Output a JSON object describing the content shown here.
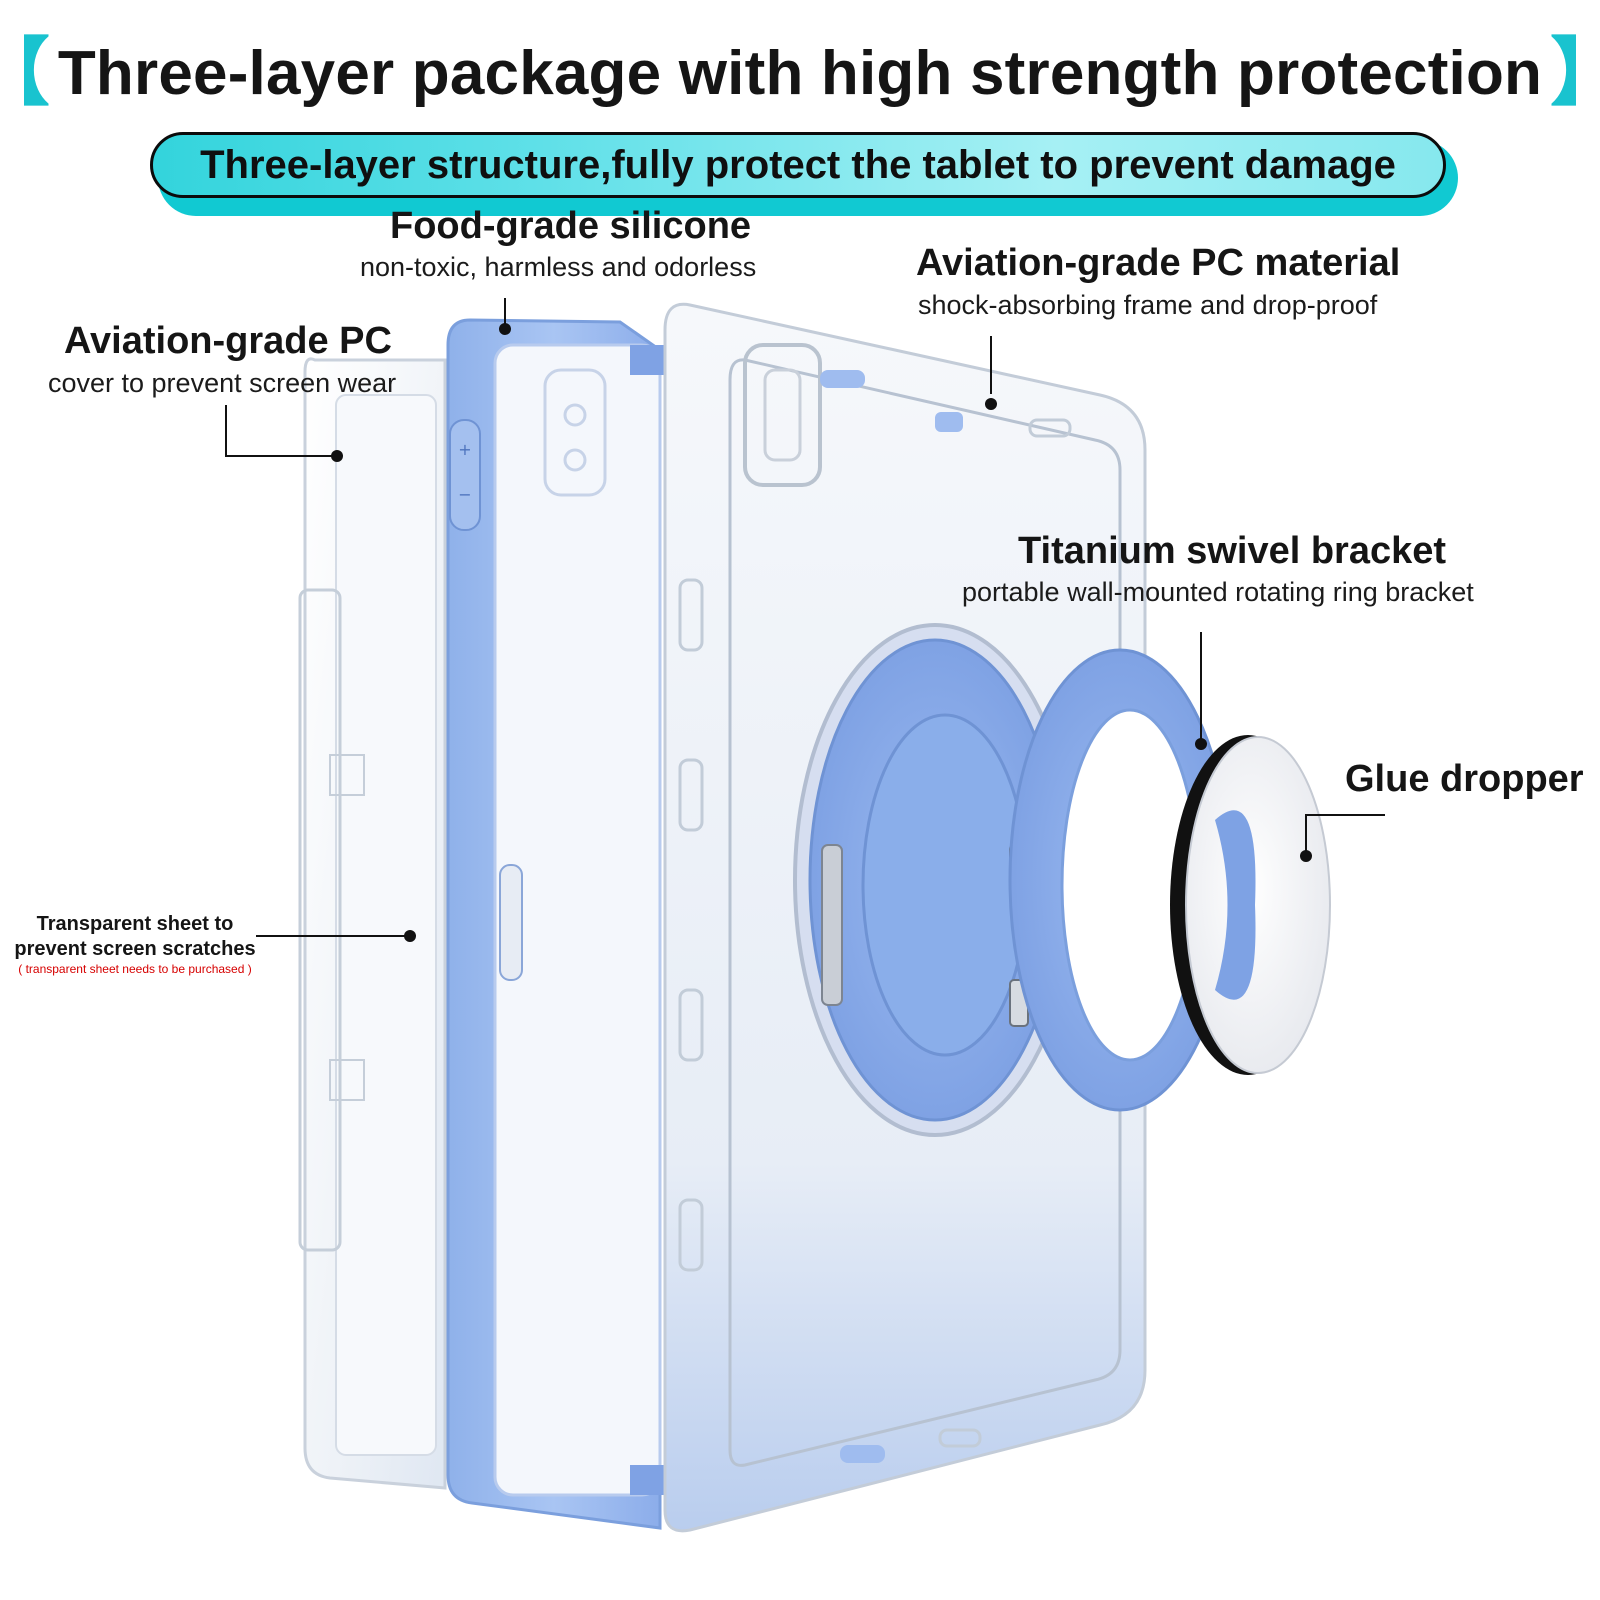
{
  "headline": {
    "bracket_left": "【",
    "text": "Three-layer package with high strength protection",
    "bracket_right": "】"
  },
  "subheading": "Three-layer structure,fully protect the tablet to prevent damage",
  "labels": {
    "food_grade": {
      "title": "Food-grade silicone",
      "subtitle": "non-toxic, harmless and odorless"
    },
    "aviation_pc_material": {
      "title": "Aviation-grade PC material",
      "subtitle": "shock-absorbing frame and drop-proof"
    },
    "aviation_pc_cover": {
      "title": "Aviation-grade PC",
      "subtitle": "cover to prevent screen wear"
    },
    "titanium_bracket": {
      "title": "Titanium swivel bracket",
      "subtitle": "portable wall-mounted rotating ring bracket"
    },
    "glue_dropper": {
      "title": "Glue dropper"
    },
    "transparent_sheet": {
      "line1": "Transparent sheet to",
      "line2": "prevent screen scratches",
      "note": "( transparent sheet needs to be purchased )"
    }
  },
  "colors": {
    "accent_cyan": "#19c3cf",
    "silicone_blue": "#9dbdf0",
    "clear_pc": "#eef3f8",
    "note_red": "#d60000"
  }
}
